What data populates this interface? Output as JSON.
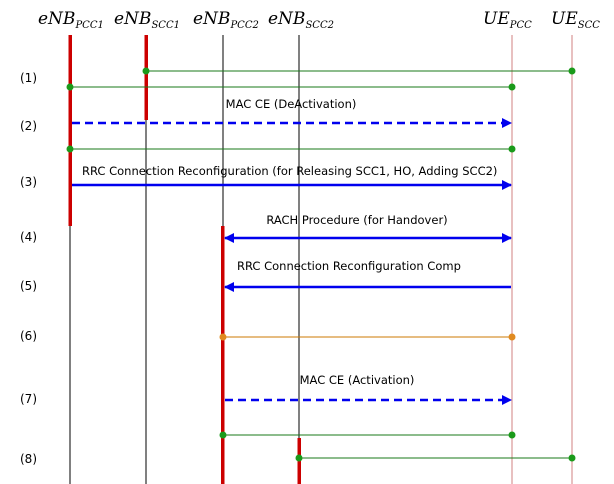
{
  "entities": [
    {
      "id": "enb_pcc1",
      "main": "eNB",
      "sub": "PCC1"
    },
    {
      "id": "enb_scc1",
      "main": "eNB",
      "sub": "SCC1"
    },
    {
      "id": "enb_pcc2",
      "main": "eNB",
      "sub": "PCC2"
    },
    {
      "id": "enb_scc2",
      "main": "eNB",
      "sub": "SCC2"
    },
    {
      "id": "ue_pcc",
      "main": "UE",
      "sub": "PCC"
    },
    {
      "id": "ue_scc",
      "main": "UE",
      "sub": "SCC"
    }
  ],
  "steps": [
    "(1)",
    "(2)",
    "(3)",
    "(4)",
    "(5)",
    "(6)",
    "(7)",
    "(8)"
  ],
  "messages": [
    {
      "id": "mac-ce-deactivation",
      "label": "MAC CE (DeActivation)"
    },
    {
      "id": "rrc-connection-reconfiguration",
      "label": "RRC Connection Reconfiguration (for Releasing SCC1, HO, Adding SCC2)"
    },
    {
      "id": "rach-procedure",
      "label": "RACH Procedure (for Handover)"
    },
    {
      "id": "rrc-connection-reconfiguration-comp",
      "label": "RRC Connection Reconfiguration Comp"
    },
    {
      "id": "mac-ce-activation",
      "label": "MAC CE (Activation)"
    }
  ],
  "colors": {
    "arrow": "#0000ee",
    "activation": "#cc0000",
    "link_green": "#1a7a1a",
    "link_orange": "#cc7a00",
    "ue_lifeline": "#d08080",
    "enb_lifeline": "#000000"
  }
}
